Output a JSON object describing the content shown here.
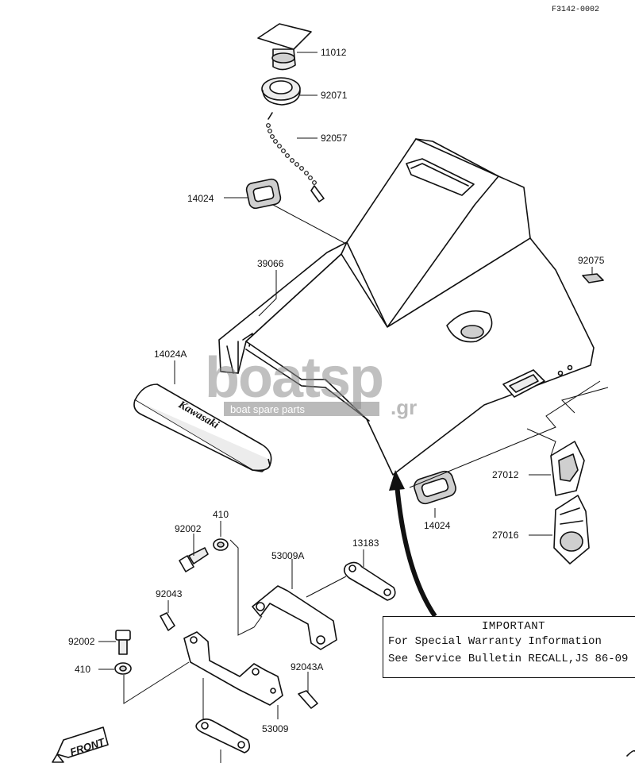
{
  "drawing_code": "F3142-0002",
  "parts": [
    {
      "id": "11012"
    },
    {
      "id": "92071"
    },
    {
      "id": "92057"
    },
    {
      "id": "14024"
    },
    {
      "id": "39066"
    },
    {
      "id": "92075"
    },
    {
      "id": "14024A"
    },
    {
      "id": "27012"
    },
    {
      "id": "14024"
    },
    {
      "id": "27016"
    },
    {
      "id": "410"
    },
    {
      "id": "92002"
    },
    {
      "id": "53009A"
    },
    {
      "id": "13183"
    },
    {
      "id": "92043"
    },
    {
      "id": "92002"
    },
    {
      "id": "410"
    },
    {
      "id": "92043A"
    },
    {
      "id": "53009"
    }
  ],
  "emblem_text": "Kawasaki",
  "front_marker": "FRONT",
  "notice": {
    "title": "IMPORTANT",
    "line1": "For Special Warranty Information",
    "line2": "See Service Bulletin RECALL,JS 86-09"
  },
  "watermark": {
    "brand": "boatsp",
    "tld": ".gr",
    "tagline": "boat spare parts"
  }
}
